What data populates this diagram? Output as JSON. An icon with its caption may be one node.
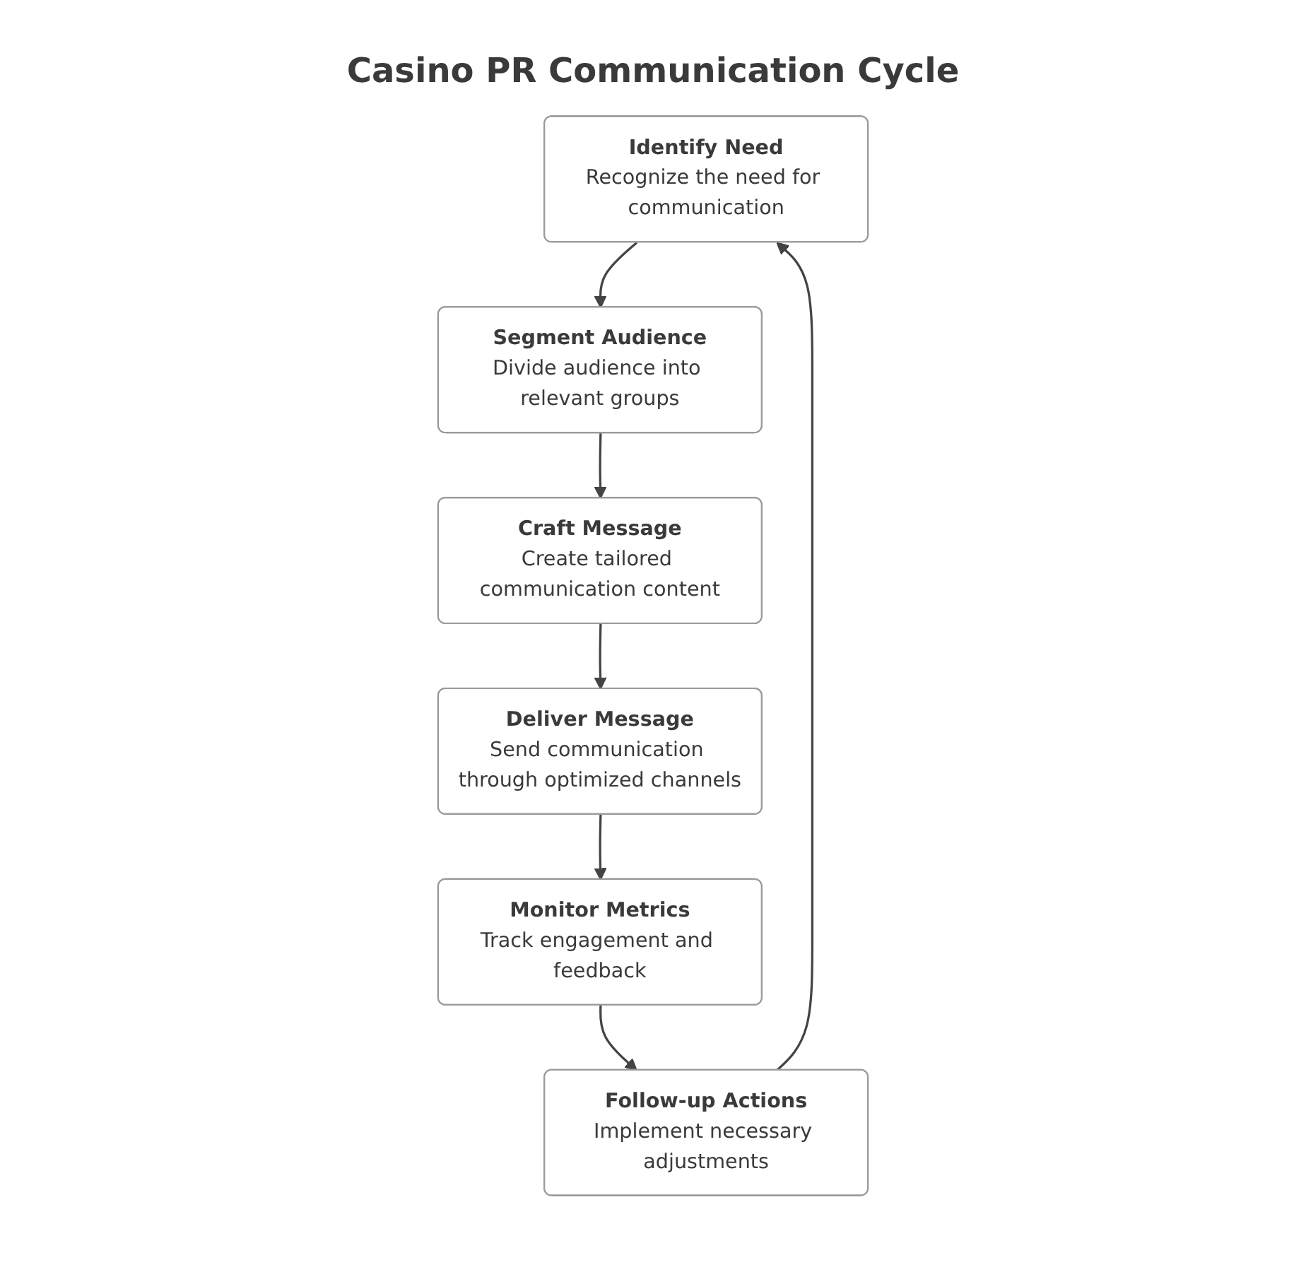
{
  "diagram": {
    "title": "Casino PR Communication Cycle",
    "nodes": [
      {
        "text": [
          "Identify Need",
          "Recognize the need for communication"
        ]
      },
      {
        "text": [
          "Segment Audience",
          "Divide audience into relevant groups"
        ]
      },
      {
        "text": [
          "Craft Message",
          "Create tailored communication content"
        ]
      },
      {
        "text": [
          "Deliver Message",
          "Send communication through optimized channels"
        ]
      },
      {
        "text": [
          "Monitor Metrics",
          "Track engagement and feedback"
        ]
      },
      {
        "text": [
          "Follow-up Actions",
          "Implement necessary adjustments"
        ]
      }
    ],
    "edges": [
      {
        "from": 0,
        "to": 1,
        "arrow": "to"
      },
      {
        "from": 1,
        "to": 2,
        "arrow": "to"
      },
      {
        "from": 2,
        "to": 3,
        "arrow": "to"
      },
      {
        "from": 3,
        "to": 4,
        "arrow": "to"
      },
      {
        "from": 4,
        "to": 5,
        "arrow": "to"
      },
      {
        "from": 5,
        "to": 0,
        "arrow": "to"
      }
    ]
  }
}
